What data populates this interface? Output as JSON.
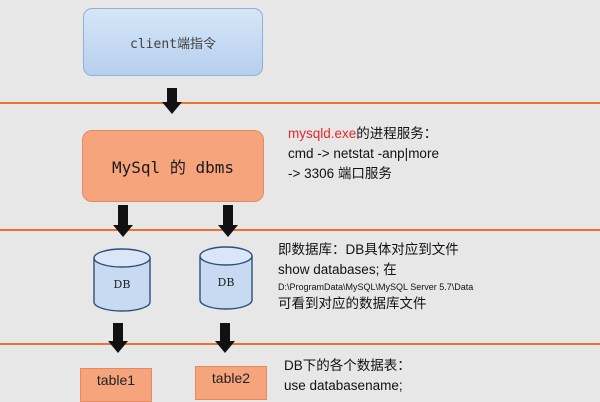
{
  "client": {
    "label": "client端指令"
  },
  "dbms": {
    "label": "MySql 的 dbms"
  },
  "databases": [
    {
      "label": "DB"
    },
    {
      "label": "DB"
    }
  ],
  "tables": [
    {
      "label": "table1"
    },
    {
      "label": "table2"
    }
  ],
  "notes": {
    "dbms": {
      "line1_red": "mysqld.exe",
      "line1_rest": "的进程服务：",
      "line2": "cmd  -> netstat -anp|more",
      "line3": "-> 3306 端口服务"
    },
    "db": {
      "line1": "即数据库：DB具体对应到文件",
      "line2": "show  databases;  在",
      "line3": "D:\\ProgramData\\MySQL\\MySQL Server 5.7\\Data",
      "line4": "可看到对应的数据库文件"
    },
    "table": {
      "line1": "DB下的各个数据表：",
      "line2": "use databasename;"
    }
  },
  "colors": {
    "divider": "#e8742f",
    "client_fill": "#c6dbf3",
    "dbms_fill": "#f6a47c",
    "db_fill": "#c7daf1",
    "highlight": "#e32828"
  }
}
